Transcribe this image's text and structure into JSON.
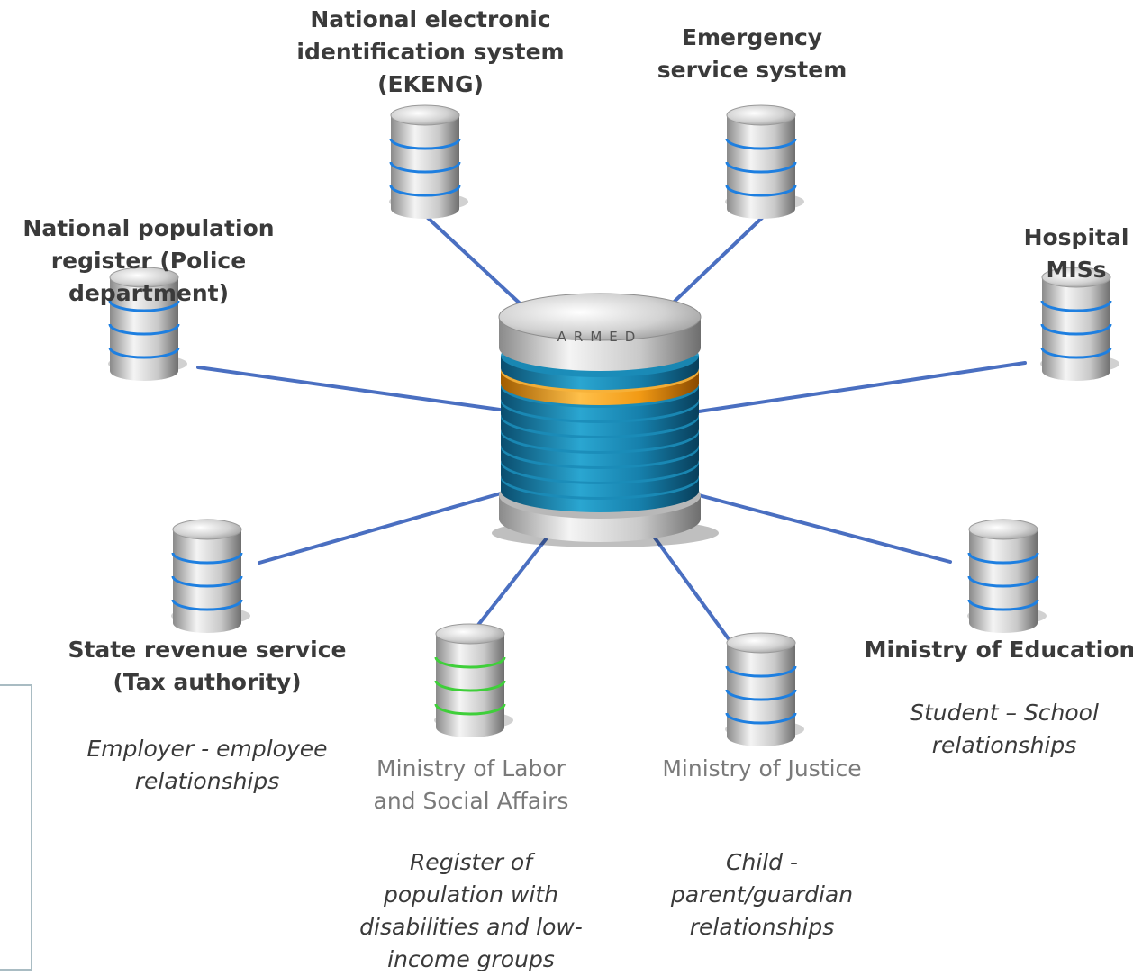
{
  "hub": {
    "label": "ARMED"
  },
  "nodes": [
    {
      "id": "ekeng",
      "title": "National electronic\nidentification system\n(EKENG)",
      "style": "bold",
      "desc": "",
      "color": "blue"
    },
    {
      "id": "emergency",
      "title": "Emergency\nservice system",
      "style": "bold",
      "desc": "",
      "color": "blue"
    },
    {
      "id": "population",
      "title": "National population\nregister (Police\ndepartment)",
      "style": "bold",
      "desc": "",
      "color": "blue"
    },
    {
      "id": "hospital",
      "title": "Hospital\nMISs",
      "style": "bold",
      "desc": "",
      "color": "blue"
    },
    {
      "id": "revenue",
      "title": "State revenue service\n(Tax authority)",
      "style": "bold",
      "desc": "Employer - employee\nrelationships",
      "color": "blue"
    },
    {
      "id": "labor",
      "title": "Ministry of Labor\nand Social Affairs",
      "style": "light",
      "desc": "Register of\npopulation with\ndisabilities and low-\nincome groups",
      "color": "green"
    },
    {
      "id": "justice",
      "title": "Ministry of Justice",
      "style": "light",
      "desc": "Child -\nparent/guardian\nrelationships",
      "color": "blue"
    },
    {
      "id": "education",
      "title": "Ministry of Education",
      "style": "bold",
      "desc": "Student – School\nrelationships",
      "color": "blue"
    }
  ],
  "colors": {
    "connector": "#4a6fc1",
    "disk_blue": "#1e7fe0",
    "disk_green": "#3fcf3a",
    "hub_layer": "#0f6f96",
    "hub_highlight": "#f0a020",
    "side_bar": "#a9bcc3"
  }
}
